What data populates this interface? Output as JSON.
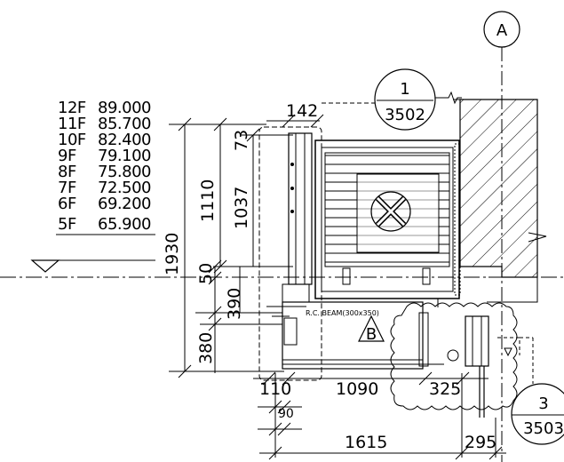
{
  "levels": [
    {
      "floor": "12F",
      "elevation": "89.000"
    },
    {
      "floor": "11F",
      "elevation": "85.700"
    },
    {
      "floor": "10F",
      "elevation": "82.400"
    },
    {
      "floor": "9F",
      "elevation": "79.100"
    },
    {
      "floor": "8F",
      "elevation": "75.800"
    },
    {
      "floor": "7F",
      "elevation": "72.500"
    },
    {
      "floor": "6F",
      "elevation": "69.200"
    },
    {
      "floor": "5F",
      "elevation": "65.900"
    }
  ],
  "grid_bubble": "A",
  "callouts": {
    "detail_1": {
      "number": "1",
      "sheet": "3502"
    },
    "detail_3": {
      "number": "3",
      "sheet": "3503"
    },
    "zone_tag": "B"
  },
  "beam_note": "R.C. BEAM(300x350)",
  "dimensions": {
    "top_142": "142",
    "v_1930": "1930",
    "v_1110": "1110",
    "v_1037": "1037",
    "v_73": "73",
    "v_50": "50",
    "v_390": "390",
    "v_380": "380",
    "h_110": "110",
    "h_1090": "1090",
    "h_325": "325",
    "h_90": "90",
    "h_1615": "1615",
    "h_295": "295"
  }
}
